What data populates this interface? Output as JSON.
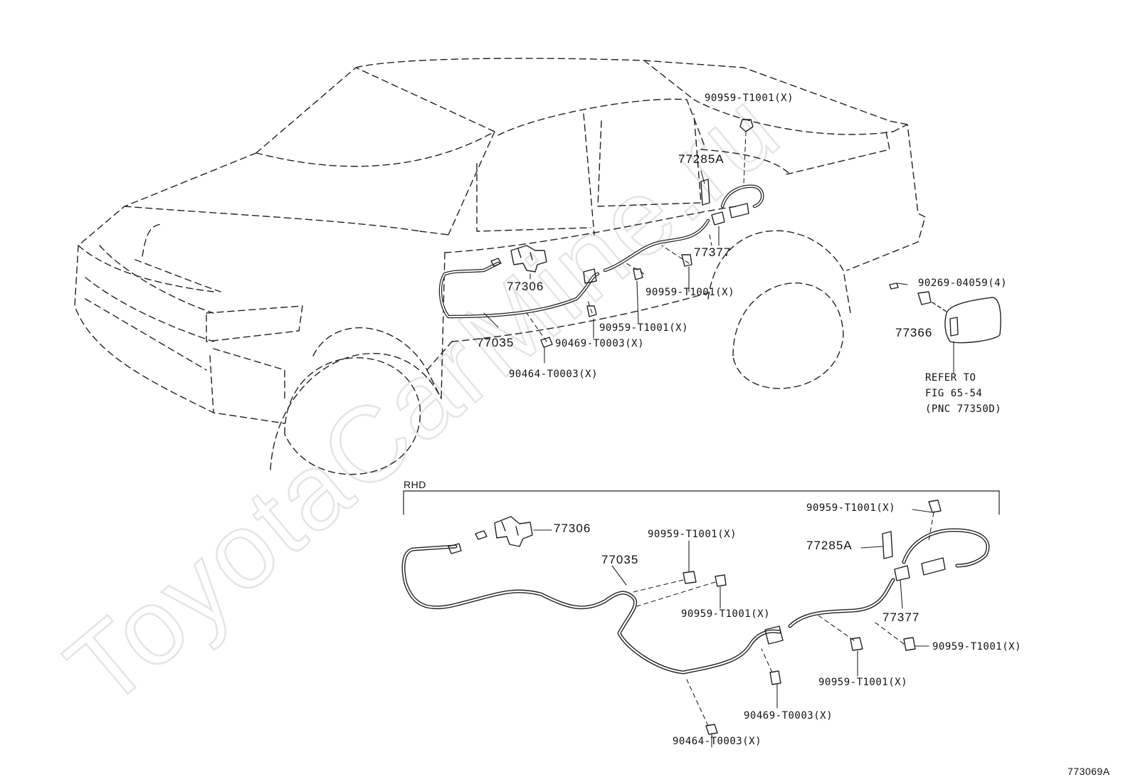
{
  "watermark": "ToyotaCarMine.ru",
  "labels": {
    "p90959_top": "90959-T1001(X)",
    "p77285a_top": "77285A",
    "p77377_top": "77377",
    "p77306_top": "77306",
    "p90959_mid1": "90959-T1001(X)",
    "p90959_mid2": "90959-T1001(X)",
    "p77035_top": "77035",
    "p90469_top": "90469-T0003(X)",
    "p90464_top": "90464-T0003(X)",
    "p90269": "90269-04059(4)",
    "p77366": "77366",
    "refer1": "REFER TO",
    "refer2": "FIG 65-54",
    "refer3": "(PNC 77350D)",
    "rhd": "RHD",
    "r90959_a": "90959-T1001(X)",
    "r77306": "77306",
    "r90959_b": "90959-T1001(X)",
    "r77035": "77035",
    "r77285a": "77285A",
    "r90959_c": "90959-T1001(X)",
    "r77377": "77377",
    "r90959_d": "90959-T1001(X)",
    "r90959_e": "90959-T1001(X)",
    "r90469": "90469-T0003(X)",
    "r90464": "90464-T0003(X)",
    "figure_code": "773069A"
  }
}
